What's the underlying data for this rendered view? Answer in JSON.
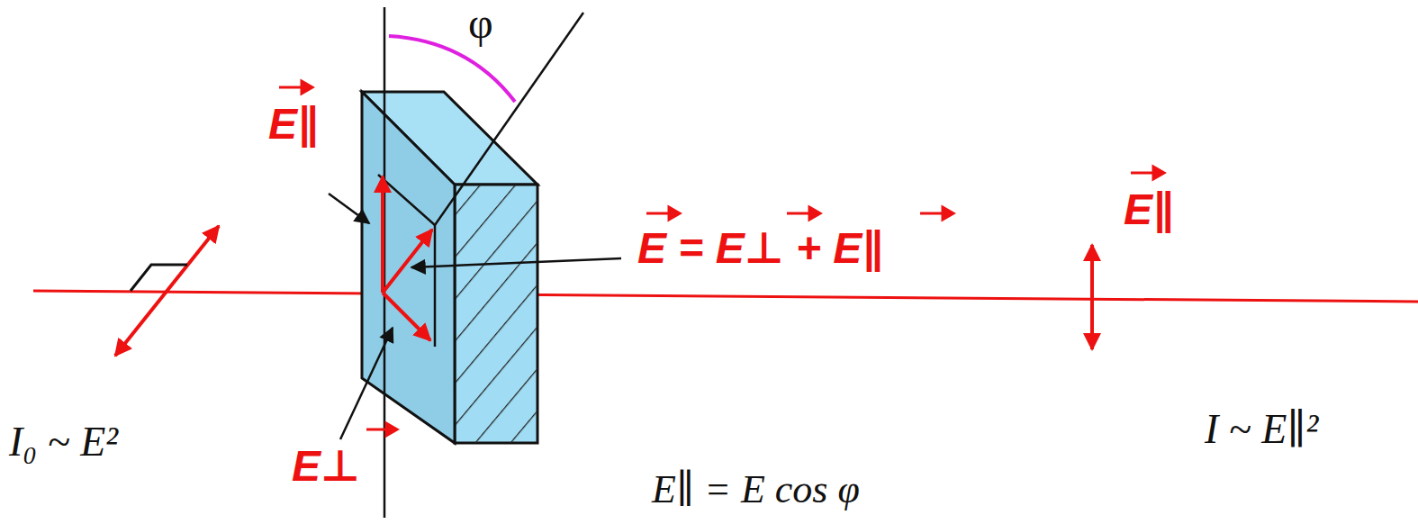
{
  "diagram": {
    "labels": [
      "φ",
      "E∥",
      "E = E⊥ + E∥",
      "E∥",
      "I₀ ~ E²",
      "E⊥",
      "E∥ = E cos φ",
      "I ~ E∥²"
    ]
  }
}
